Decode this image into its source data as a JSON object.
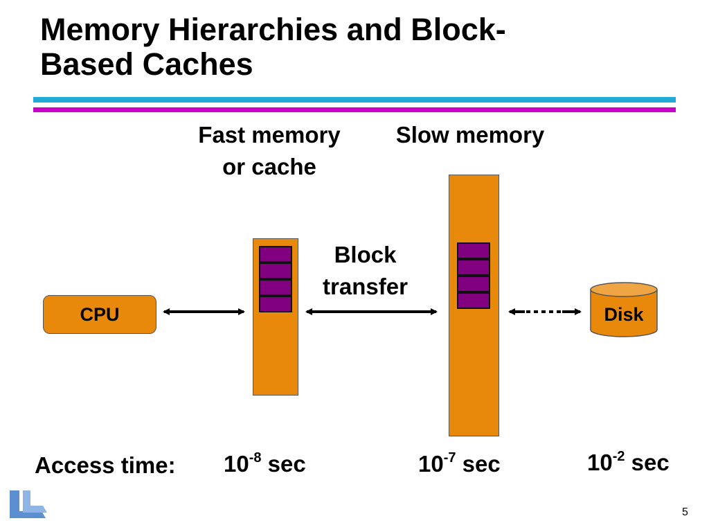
{
  "slide": {
    "title_line1": "Memory Hierarchies and Block-",
    "title_line2": "Based Caches",
    "page_number": "5"
  },
  "diagram": {
    "fast_memory_label_line1": "Fast memory",
    "fast_memory_label_line2": "or cache",
    "slow_memory_label": "Slow memory",
    "block_transfer_line1": "Block",
    "block_transfer_line2": "transfer",
    "cpu_label": "CPU",
    "disk_label": "Disk"
  },
  "access_time": {
    "label": "Access time:",
    "fast": {
      "base": "10",
      "exp": "-8",
      "unit": " sec"
    },
    "slow": {
      "base": "10",
      "exp": "-7",
      "unit": " sec"
    },
    "disk": {
      "base": "10",
      "exp": "-2",
      "unit": " sec"
    }
  },
  "colors": {
    "box_fill": "#e8890c",
    "block_fill": "#800080",
    "rule_cyan": "#22aad8",
    "rule_magenta": "#cc00cc",
    "logo_blue": "#5b8fd0"
  },
  "icons": {
    "logo": "lab-logo-icon"
  }
}
